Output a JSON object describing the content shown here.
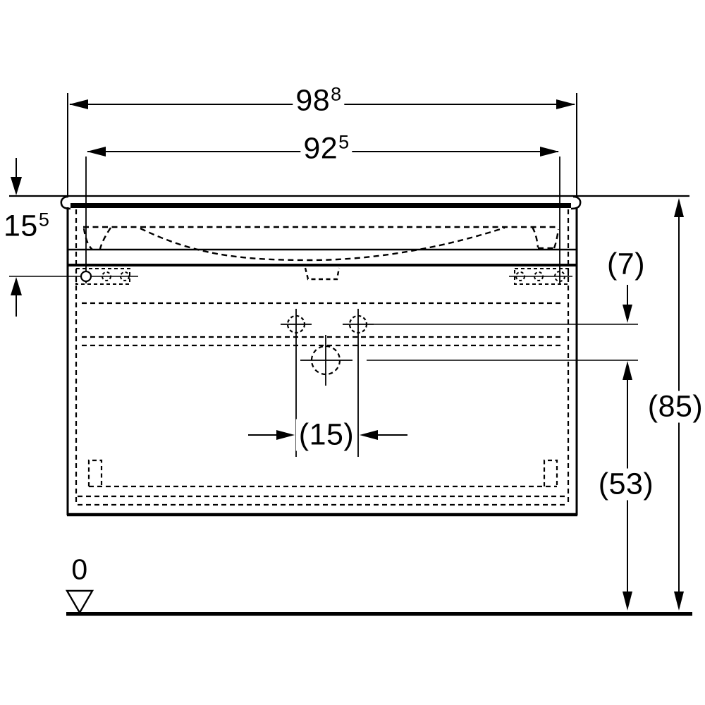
{
  "drawing": {
    "background_color": "#ffffff",
    "line_color": "#000000"
  },
  "dimensions": {
    "total_width": {
      "value": "98",
      "sup": "8"
    },
    "fixing_width": {
      "value": "92",
      "sup": "5"
    },
    "basin_front_height": {
      "value": "15",
      "sup": "5"
    },
    "tap_to_drain_gap": "(7)",
    "rim_height_above_floor": "(85)",
    "drain_height_above_floor": "(53)",
    "tap_hole_spacing": "(15)",
    "floor_datum": "0"
  }
}
